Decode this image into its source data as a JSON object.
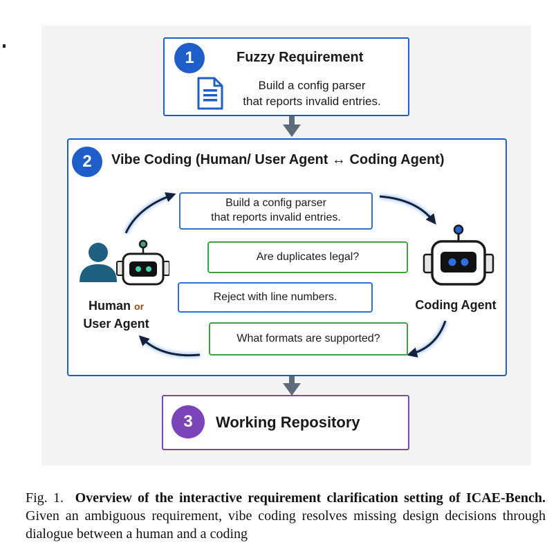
{
  "fuzzy": {
    "badge": "1",
    "title": "Fuzzy Requirement",
    "text_line1": "Build a config parser",
    "text_line2": "that reports invalid entries."
  },
  "vibe": {
    "badge": "2",
    "title": "Vibe Coding (Human/ User Agent ↔ Coding Agent)",
    "messages": [
      {
        "line1": "Build a config parser",
        "line2": "that reports invalid entries."
      },
      {
        "text": "Are duplicates legal?"
      },
      {
        "text": "Reject with line numbers."
      },
      {
        "text": "What formats are supported?"
      }
    ],
    "human_label": {
      "human": "Human",
      "or": "or",
      "user_agent": "User Agent"
    },
    "coding_agent_label": "Coding Agent"
  },
  "repo": {
    "badge": "3",
    "title": "Working Repository"
  },
  "caption": {
    "prefix": "Fig. 1.",
    "bold": "Overview of the interactive requirement clarification setting of ICAE-Bench.",
    "rest": "Given an ambiguous requirement, vibe coding resolves missing design decisions through dialogue between a human and a coding"
  },
  "colors": {
    "blue": "#1f5ec8",
    "purple": "#7b44b8",
    "green": "#3fa047",
    "arrow_gray": "#5f6b78",
    "human_teal": "#1f5f80",
    "or_brown": "#9a4b12",
    "curve_navy": "#14213d"
  },
  "icons": [
    "document-icon",
    "human-icon",
    "robot-icon",
    "coding-agent-robot-icon"
  ]
}
